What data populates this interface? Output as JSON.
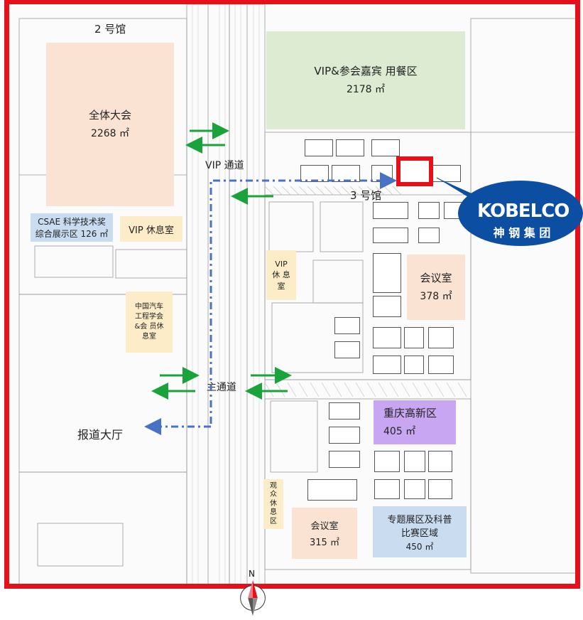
{
  "colors": {
    "frame": "#e6101a",
    "assembly": "#fbe3d4",
    "vip_dining": "#dcebd2",
    "csae": "#c9dcf0",
    "lounge": "#fdecc8",
    "meeting": "#fbe3d4",
    "chongqing": "#c9a6f2",
    "topic": "#c9dcf0",
    "arrow_green": "#1aa33a",
    "route_blue": "#4a72c4",
    "kobelco_blue": "#0b4ea2"
  },
  "halls": {
    "hall2": "2 号馆",
    "hall3": "3 号馆"
  },
  "zones": {
    "assembly": {
      "name": "全体大会",
      "area": "2268 ㎡"
    },
    "vip_dining": {
      "name": "VIP&参会嘉宾  用餐区",
      "area": "2178 ㎡"
    },
    "csae": {
      "line1": "CSAE  科学技术奖",
      "line2": "综合展示区 126 ㎡"
    },
    "vip_lounge_2": {
      "name": "VIP 休息室"
    },
    "vip_lounge_3": {
      "line1": "VIP",
      "line2": "休 息",
      "line3": "室"
    },
    "sae_lounge": {
      "line1": "中国汽车",
      "line2": "工程学会",
      "line3": "&会 员休",
      "line4": "息室"
    },
    "meeting_378": {
      "name": "会议室",
      "area": "378 ㎡"
    },
    "chongqing": {
      "name": "重庆高新区",
      "area": "405 ㎡"
    },
    "audience_lounge": {
      "line1": "观",
      "line2": "众",
      "line3": "休",
      "line4": "息",
      "line5": "区"
    },
    "meeting_315": {
      "name": "会议室",
      "area": "315 ㎡"
    },
    "topic": {
      "line1": "专题展区及科普",
      "line2": "比赛区域",
      "area": "450 ㎡"
    }
  },
  "labels": {
    "vip_passage": "VIP 通道",
    "main_passage": "主通道",
    "press_hall": "报道大厅"
  },
  "logo": {
    "brand": "KOBELCO",
    "cn": "神 钢 集 团",
    "icon": "kobelco-logo-icon"
  },
  "compass": {
    "north": "N",
    "icon": "north-compass-icon"
  }
}
